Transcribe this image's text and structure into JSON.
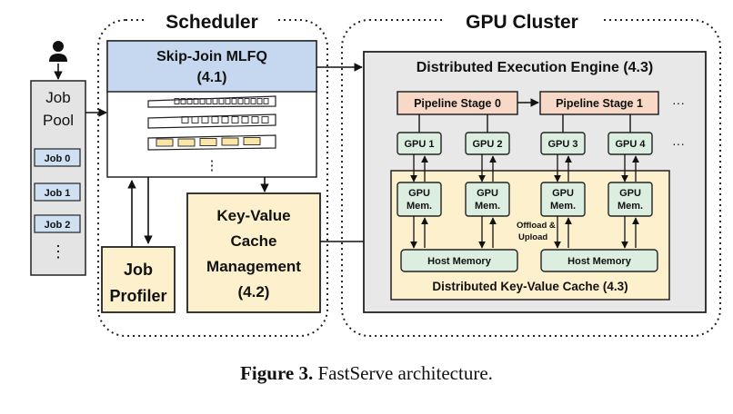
{
  "scheduler": {
    "title": "Scheduler",
    "mlfq": {
      "line1": "Skip-Join MLFQ",
      "line2": "(4.1)"
    },
    "kv": {
      "line1": "Key-Value",
      "line2": "Cache",
      "line3": "Management",
      "line4": "(4.2)"
    },
    "profiler": {
      "line1": "Job",
      "line2": "Profiler"
    },
    "queue_ellipsis": "⋮"
  },
  "job_pool": {
    "line1": "Job",
    "line2": "Pool",
    "jobs": [
      "Job 0",
      "Job 1",
      "Job 2"
    ],
    "ellipsis": "⋮"
  },
  "cluster": {
    "title": "GPU Cluster",
    "engine": "Distributed Execution Engine (4.3)",
    "stages": [
      "Pipeline Stage 0",
      "Pipeline Stage 1"
    ],
    "stage_ellipsis": "···",
    "gpus": [
      "GPU 1",
      "GPU 2",
      "GPU 3",
      "GPU 4"
    ],
    "gpu_ellipsis": "···",
    "mem_line1": "GPU",
    "mem_line2": "Mem.",
    "host_memory": [
      "Host Memory",
      "Host Memory"
    ],
    "offload_line1": "Offload &",
    "offload_line2": "Upload",
    "kv_cache": "Distributed Key-Value Cache (4.3)"
  },
  "caption": {
    "label": "Figure 3.",
    "text": " FastServe architecture."
  },
  "colors": {
    "mlfq_header": "#c5d8ef",
    "cream": "#fdf0cc",
    "stage": "#f8d9c7",
    "gpu": "#dbeee0",
    "engine_bg": "#e8e8e8",
    "job_box": "#cfe0f3"
  }
}
